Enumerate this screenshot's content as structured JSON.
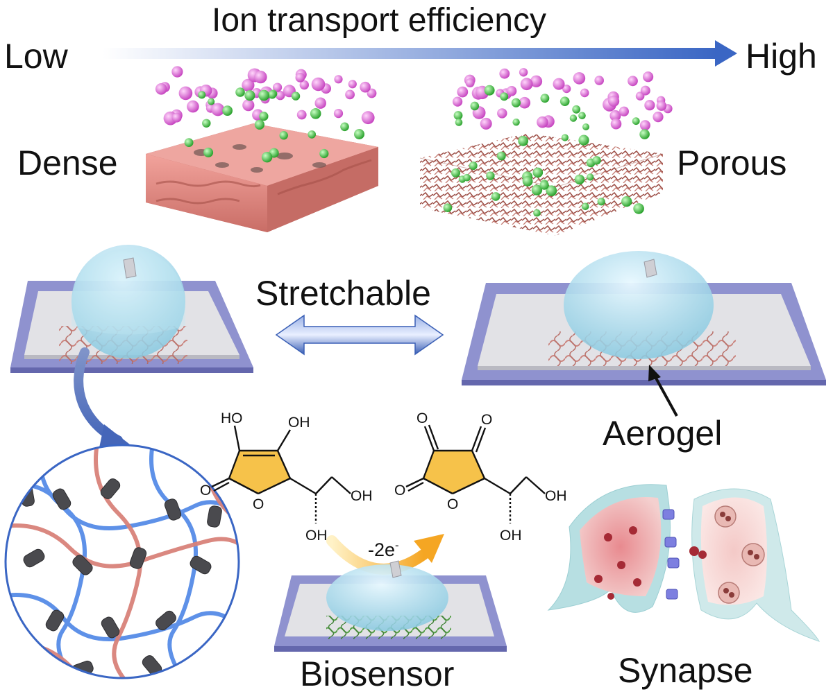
{
  "header": {
    "title": "Ion transport efficiency",
    "low_label": "Low",
    "high_label": "High"
  },
  "materials": {
    "dense_label": "Dense",
    "porous_label": "Porous"
  },
  "middle": {
    "stretch_label": "Stretchable",
    "aerogel_label": "Aerogel"
  },
  "reaction": {
    "electron_label": "-2e",
    "electron_sup": "-",
    "left_molecule": {
      "oh_top": "HO",
      "oh_right": "OH",
      "carbonyl_o": "O",
      "ring_o": "O",
      "ch2oh": "OH",
      "side_oh": "OH"
    },
    "right_molecule": {
      "o_top_left": "O",
      "o_top_right": "O",
      "carbonyl_o": "O",
      "ring_o": "O",
      "ch2oh": "OH",
      "side_oh": "OH"
    }
  },
  "applications": {
    "biosensor_label": "Biosensor",
    "synapse_label": "Synapse"
  },
  "colors": {
    "arrow_blue": "#3a66c4",
    "ion_magenta": "#d04fc8",
    "ion_green": "#2fae2f",
    "fiber_pink": "#d9827a",
    "droplet": "#9fd6e8",
    "substrate_blue": "#7d7fc4",
    "ring_orange": "#f0a830"
  }
}
